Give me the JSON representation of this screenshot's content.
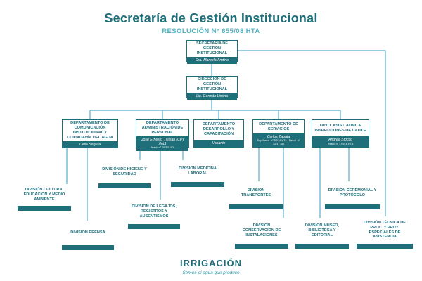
{
  "header": {
    "title": "Secretaría de Gestión Institucional",
    "subtitle": "RESOLUCIÓN N° 655/08 HTA"
  },
  "colors": {
    "primary": "#1f6f7a",
    "accent": "#52b2c0",
    "connector": "#5aaed0"
  },
  "secretaria": {
    "name": "SECRETARÍA DE GESTIÓN INSTITUCIONAL",
    "person": "Dra. Marcela Andino"
  },
  "direccion": {
    "name": "DIRECCIÓN DE GESTIÓN INSTITUCIONAL",
    "person": "Lic. Germán Limina"
  },
  "departments": [
    {
      "name": "DEPARTAMENTO DE COMUNICACIÓN INSTITUCIONAL Y CUIDADANÍA DEL AGUA",
      "person": "Delia Segura",
      "detail": ""
    },
    {
      "name": "DEPARTAMENTO ADMINISTRACIÓN DE PERSONAL",
      "person": "José Ernesto Tivinati (CP) (Int.)",
      "detail": "Resol. n° 29/13 HTA"
    },
    {
      "name": "DEPARTAMENTO DESARROLLO Y CAPACITACIÓN",
      "person": "Vacante",
      "detail": ""
    },
    {
      "name": "DEPARTAMENTO DE SERVICIOS",
      "person": "Carlos Zapata",
      "detail": "Sup Resol. n° 57/14 HTA · Resol. n° 12/17 SG"
    },
    {
      "name": "DPTO. ASIST. ADMI. A INSPECCIONES DE CAUCE",
      "person": "Andrea Stocco",
      "detail": "Resol. n° 170/18 HTA"
    }
  ],
  "divisions": {
    "cultura": "DIVISIÓN CULTURA, EDUCACIÓN Y MEDIO AMBIENTE",
    "prensa": "DIVISIÓN PRENSA",
    "higiene": "DIVISIÓN DE HIGIENE Y SEGURIDAD",
    "legajos": "DIVISIÓN DE LEGAJOS, REGISTROS Y AUSENTISMOS",
    "medicina": "DIVISIÓN MEDICINA LABORAL",
    "transportes": "DIVISIÓN TRANSPORTES",
    "conservacion": "DIVISIÓN CONSERVACIÓN DE INSTALACIONES",
    "museo": "DIVISIÓN MUSEO, BIBLIOTECA Y EDITORIAL",
    "ceremonial": "DIVISIÓN CEREMONIAL Y PROTOCOLO",
    "tecnica": "DIVISIÓN TÉCNICA DE PROC. Y PROY. ESPECIALES DE ASISTENCIA"
  },
  "footer": {
    "brand": "IRRIGACIÓN",
    "slogan": "Somos el agua que produce"
  }
}
